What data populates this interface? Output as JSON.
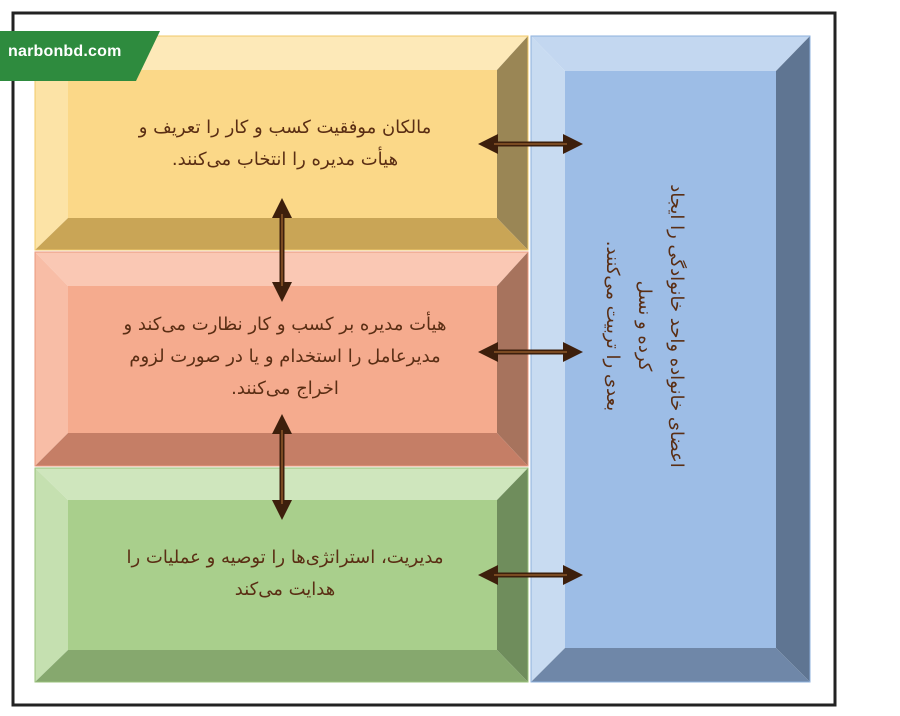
{
  "watermark": {
    "text": "narbonbd.com",
    "color": "#2e8b3e"
  },
  "boxes": {
    "owners": {
      "text": "مالکان موفقیت کسب و کار را تعریف و\nهیأت مدیره را انتخاب می‌کنند.",
      "color": "#fbd888"
    },
    "board": {
      "text": "هیأت مدیره بر کسب و کار نظارت می‌کند و\nمدیرعامل را استخدام و یا در صورت لزوم\nاخراج می‌کنند.",
      "color": "#f5ab8e"
    },
    "mgmt": {
      "text": "مدیریت، استراتژی‌ها را توصیه و عملیات را\nهدایت می‌کند",
      "color": "#a9cf8c"
    },
    "family": {
      "text": "اعضای خانواده واحد خانوادگی را ایجاد کرده و نسل\nبعدی را تربیت می‌کنند.",
      "color": "#9dbde6"
    }
  },
  "arrow_color": "#5a2e14",
  "text_color": "#5a2e14"
}
